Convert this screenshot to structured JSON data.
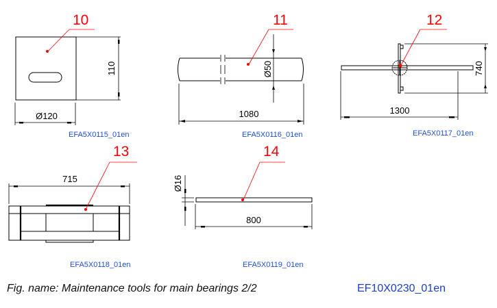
{
  "figure": {
    "caption": "Fig. name: Maintenance tools for main bearings 2/2",
    "reference": "EF10X0230_01en",
    "colors": {
      "callout": "#ff0000",
      "reference": "#1f4fd1",
      "line": "#000000"
    }
  },
  "parts": [
    {
      "id": "10",
      "dims": {
        "width": "Ø120",
        "height": "110"
      },
      "ref": "EFA5X0115_01en"
    },
    {
      "id": "11",
      "dims": {
        "length": "1080",
        "diameter": "Ø50"
      },
      "ref": "EFA5X0116_01en"
    },
    {
      "id": "12",
      "dims": {
        "length": "1300",
        "height": "740"
      },
      "ref": "EFA5X0117_01en"
    },
    {
      "id": "13",
      "dims": {
        "length": "715"
      },
      "ref": "EFA5X0118_01en"
    },
    {
      "id": "14",
      "dims": {
        "length": "800",
        "diameter": "Ø16"
      },
      "ref": "EFA5X0119_01en"
    }
  ]
}
